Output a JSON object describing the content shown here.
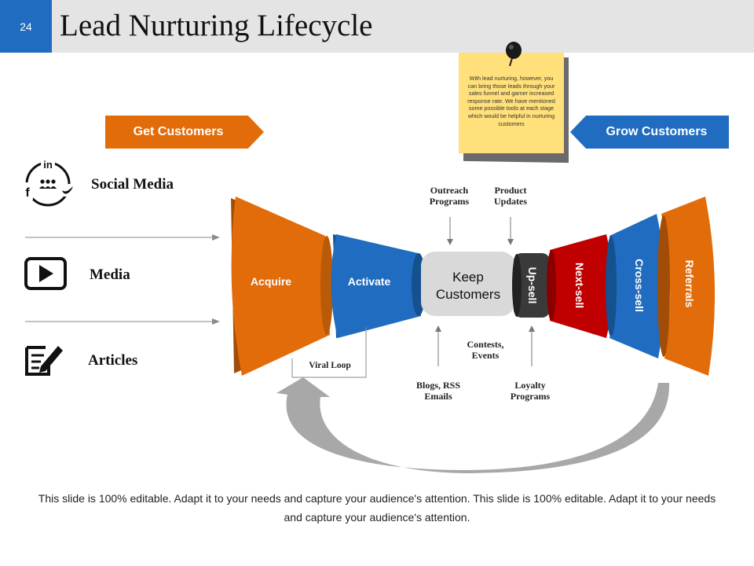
{
  "slide": {
    "number": "24",
    "title": "Lead Nurturing Lifecycle"
  },
  "banners": {
    "left": "Get Customers",
    "right": "Grow Customers"
  },
  "note": "With lead nurturing, however, you can bring those leads through your sales funnel and garner increased response rate. We have mentioned some possible tools at each stage which would be helpful in nurturing customers",
  "channels": [
    {
      "label": "Social Media",
      "icon": "social-network-icon"
    },
    {
      "label": "Media",
      "icon": "play-icon"
    },
    {
      "label": "Articles",
      "icon": "document-edit-icon"
    }
  ],
  "stages": {
    "acquire": "Acquire",
    "activate": "Activate",
    "keep": "Keep Customers",
    "upsell": "Up-sell",
    "nextsell": "Next-sell",
    "crosssell": "Cross-sell",
    "referrals": "Referrals"
  },
  "tools": {
    "outreach": "Outreach\nPrograms",
    "product": "Product\nUpdates",
    "contests": "Contests,\nEvents",
    "blogs": "Blogs, RSS\nEmails",
    "loyalty": "Loyalty\nPrograms",
    "viral": "Viral Loop"
  },
  "footer": "This slide is 100% editable. Adapt it to your needs and capture your audience's attention. This slide is 100% editable. Adapt it to your needs and capture your audience's attention.",
  "colors": {
    "orange": "#e36c0a",
    "blue": "#1f6cc0",
    "red": "#c00000",
    "dark": "#3a3a3a",
    "grey": "#d9d9d9",
    "note": "#ffe07a"
  }
}
